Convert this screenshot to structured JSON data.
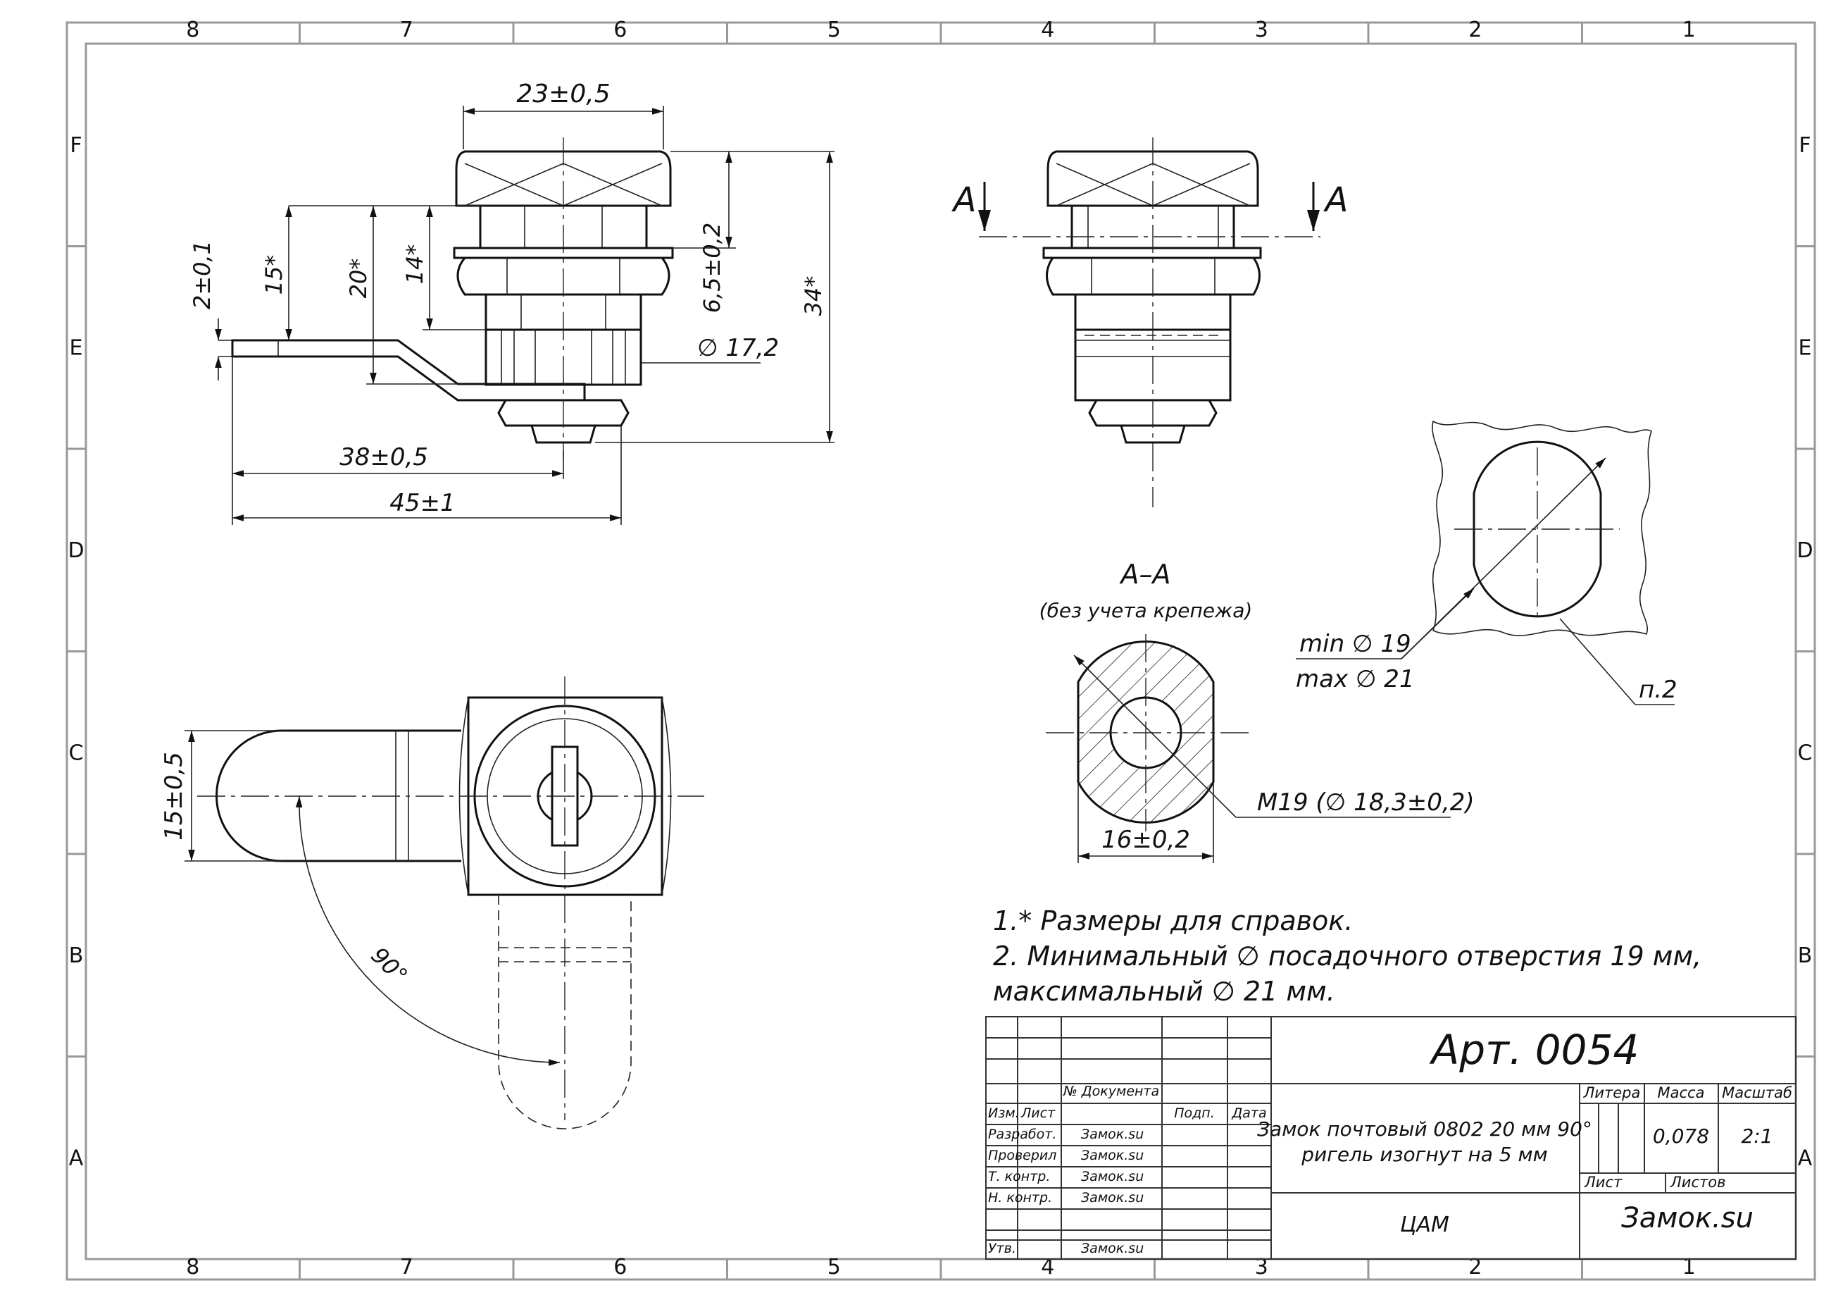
{
  "zone_columns": [
    "8",
    "7",
    "6",
    "5",
    "4",
    "3",
    "2",
    "1"
  ],
  "zone_rows": [
    "F",
    "E",
    "D",
    "C",
    "B",
    "A"
  ],
  "dimensions": {
    "top_width": "23±0,5",
    "height_2": "2±0,1",
    "height_15": "15*",
    "height_20": "20*",
    "height_14": "14*",
    "height_6_5": "6,5±0,2",
    "total_height": "34*",
    "diameter": "∅ 17,2",
    "length_38": "38±0,5",
    "length_45": "45±1",
    "bolt_width": "15±0,5",
    "angle": "90°",
    "section_width": "16±0,2",
    "thread": "M19  (∅ 18,3±0,2)",
    "hole_min": "min  ∅ 19",
    "hole_max": "max ∅ 21",
    "hole_note_ref": "п.2"
  },
  "section": {
    "cut_letter": "A",
    "title": "А–А",
    "subtitle": "(без учета крепежа)"
  },
  "notes": [
    "1.* Размеры для справок.",
    "2. Минимальный ∅ посадочного отверстия 19 мм,",
    "максимальный ∅  21 мм."
  ],
  "title_block": {
    "article": "Арт. 0054",
    "description_line1": "Замок почтовый 0802 20 мм 90°",
    "description_line2": "ригель изогнут на 5 мм",
    "org": "ЦАМ",
    "company": "Замок.su",
    "headers": {
      "izm": "Изм.",
      "list": "Лист",
      "doc": "№ Документа",
      "sign": "Подп.",
      "date": "Дата",
      "litera": "Литера",
      "mass": "Масса",
      "scale": "Масштаб",
      "sheet": "Лист",
      "sheets": "Листов"
    },
    "mass": "0,078",
    "scale": "2:1",
    "roles": [
      {
        "role": "Разработ.",
        "name": "Замок.su"
      },
      {
        "role": "Проверил",
        "name": "Замок.su"
      },
      {
        "role": "Т. контр.",
        "name": "Замок.su"
      },
      {
        "role": "Н. контр.",
        "name": "Замок.su"
      },
      {
        "role": "Утв.",
        "name": "Замок.su"
      }
    ]
  }
}
